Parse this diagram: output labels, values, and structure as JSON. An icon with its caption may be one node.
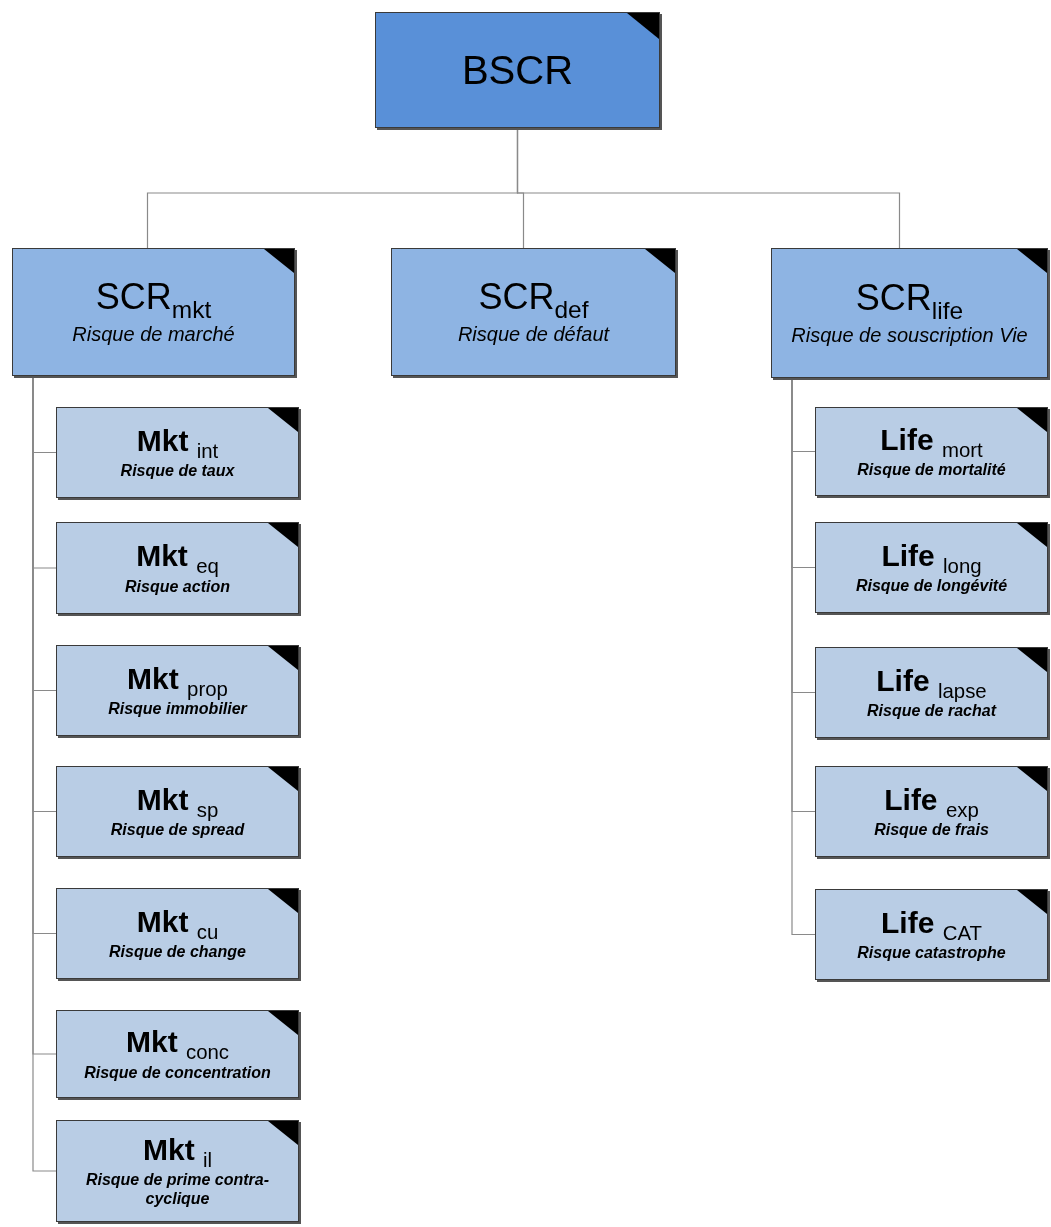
{
  "diagram": {
    "nodes": [
      {
        "text": [
          "BSCR"
        ]
      },
      {
        "text": [
          "SCR$_{mkt}$",
          "Risque de marché"
        ]
      },
      {
        "text": [
          "SCR$_{def}$",
          "Risque de défaut"
        ]
      },
      {
        "text": [
          "SCR$_{life}$",
          "Risque de souscription Vie"
        ]
      },
      {
        "text": [
          "Mkt $_{int}$",
          "Risque de taux"
        ]
      },
      {
        "text": [
          "Mkt $_{eq}$",
          "Risque action"
        ]
      },
      {
        "text": [
          "Mkt $_{prop}$",
          "Risque immobilier"
        ]
      },
      {
        "text": [
          "Mkt $_{sp}$",
          "Risque de spread"
        ]
      },
      {
        "text": [
          "Mkt $_{cu}$",
          "Risque de change"
        ]
      },
      {
        "text": [
          "Mkt $_{conc}$",
          "Risque de concentration"
        ]
      },
      {
        "text": [
          "Mkt $_{il}$",
          "Risque de prime contra-cyclique"
        ]
      },
      {
        "text": [
          "Life $_{mort}$",
          "Risque de mortalité"
        ]
      },
      {
        "text": [
          "Life $_{long}$",
          "Risque de longévité"
        ]
      },
      {
        "text": [
          "Life $_{lapse}$",
          "Risque de rachat"
        ]
      },
      {
        "text": [
          "Life $_{exp}$",
          "Risque de frais"
        ]
      },
      {
        "text": [
          "Life $_{CAT}$",
          "Risque catastrophe"
        ]
      }
    ],
    "edges": [
      {
        "from": 0,
        "to": 1,
        "arrow": "none"
      },
      {
        "from": 0,
        "to": 2,
        "arrow": "none"
      },
      {
        "from": 0,
        "to": 3,
        "arrow": "none"
      },
      {
        "from": 1,
        "to": 4,
        "arrow": "none"
      },
      {
        "from": 1,
        "to": 5,
        "arrow": "none"
      },
      {
        "from": 1,
        "to": 6,
        "arrow": "none"
      },
      {
        "from": 1,
        "to": 7,
        "arrow": "none"
      },
      {
        "from": 1,
        "to": 8,
        "arrow": "none"
      },
      {
        "from": 1,
        "to": 9,
        "arrow": "none"
      },
      {
        "from": 1,
        "to": 10,
        "arrow": "none"
      },
      {
        "from": 3,
        "to": 11,
        "arrow": "none"
      },
      {
        "from": 3,
        "to": 12,
        "arrow": "none"
      },
      {
        "from": 3,
        "to": 13,
        "arrow": "none"
      },
      {
        "from": 3,
        "to": 14,
        "arrow": "none"
      },
      {
        "from": 3,
        "to": 15,
        "arrow": "none"
      }
    ]
  }
}
